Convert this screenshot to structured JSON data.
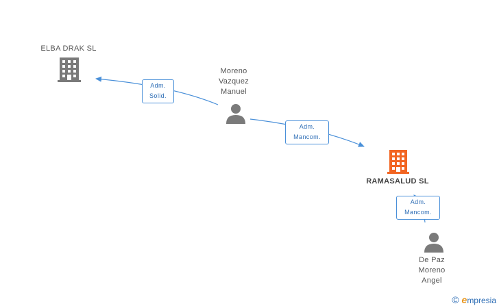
{
  "nodes": {
    "elba_drak": {
      "label": "ELBA DRAK  SL",
      "type": "company"
    },
    "moreno": {
      "label_lines": [
        "Moreno",
        "Vazquez",
        "Manuel"
      ],
      "type": "person"
    },
    "ramasalud": {
      "label": "RAMASALUD SL",
      "type": "company",
      "highlighted": true
    },
    "de_paz": {
      "label_lines": [
        "De Paz",
        "Moreno",
        "Angel"
      ],
      "type": "person"
    }
  },
  "relations": {
    "moreno_elba": {
      "label_lines": [
        "Adm.",
        "Solid."
      ]
    },
    "moreno_ramasalud": {
      "label_lines": [
        "Adm.",
        "Mancom."
      ]
    },
    "depaz_ramasalud": {
      "label_lines": [
        "Adm.",
        "Mancom."
      ]
    }
  },
  "colors": {
    "edge": "#4a90d9",
    "company": "#7a7a7a",
    "company_highlight": "#f26522",
    "person": "#7a7a7a"
  },
  "brand": {
    "copyright": "©",
    "name_initial": "e",
    "name_rest": "mpresia"
  }
}
